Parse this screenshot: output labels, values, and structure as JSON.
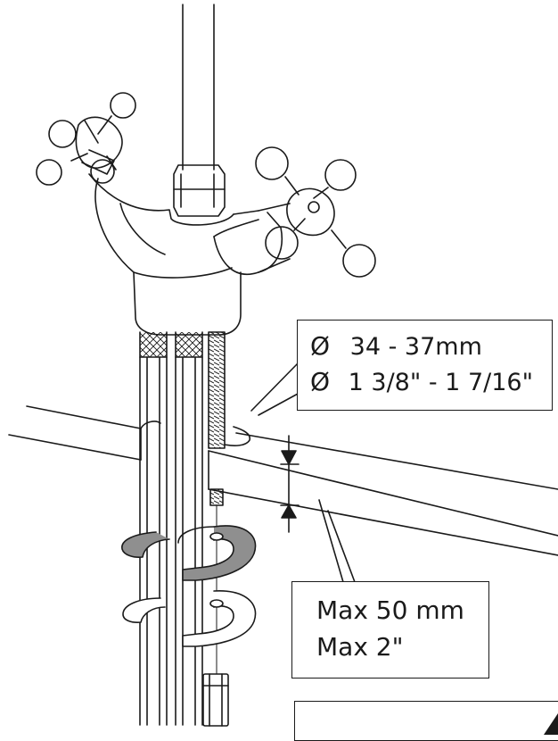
{
  "diagram": {
    "hole_callout": {
      "line1_symbol": "Ø",
      "line1_text": "34 - 37mm",
      "line2_symbol": "Ø",
      "line2_text": "1 3/8\" - 1 7/16\""
    },
    "thickness_callout": {
      "line1": "Max 50 mm",
      "line2": "Max 2\""
    },
    "colors": {
      "stroke": "#1a1a1a",
      "washer_fill": "#8f8f8f",
      "background": "#ffffff"
    }
  }
}
